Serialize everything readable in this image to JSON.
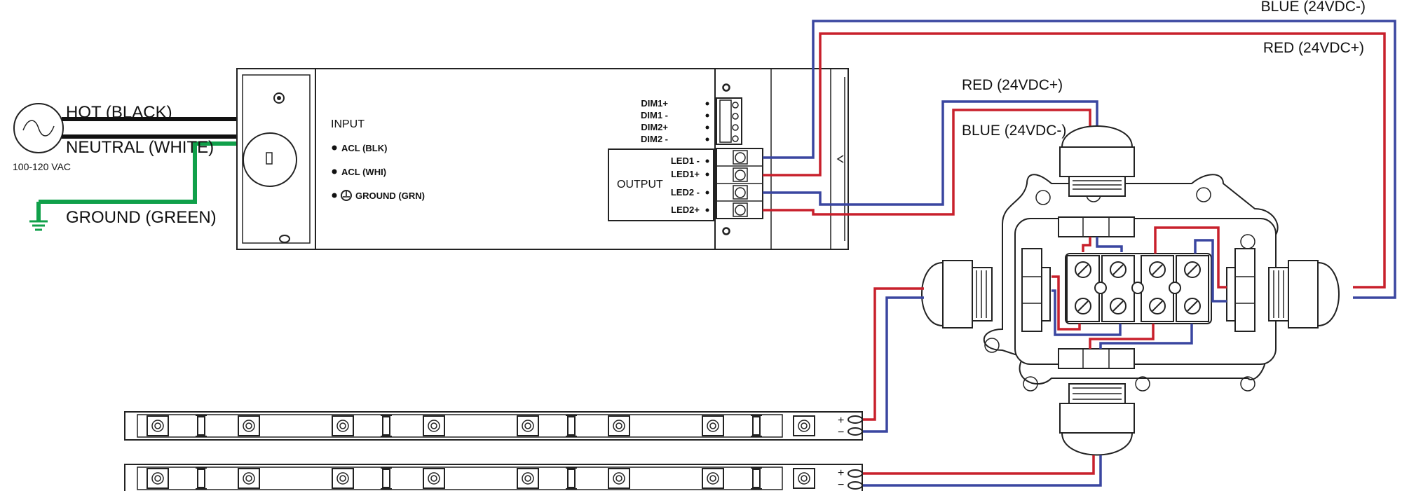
{
  "source": {
    "hot_label": "HOT (BLACK)",
    "neutral_label": "NEUTRAL (WHITE)",
    "ground_label": "GROUND (GREEN)",
    "voltage_label": "100-120 VAC"
  },
  "driver": {
    "input_title": "INPUT",
    "input_terminals": [
      "ACL (BLK)",
      "ACL (WHI)",
      "GROUND (GRN)"
    ],
    "dim_terminals": [
      "DIM1+",
      "DIM1 -",
      "DIM2+",
      "DIM2 -"
    ],
    "output_title": "OUTPUT",
    "led_terminals": [
      "LED1 -",
      "LED1+",
      "LED2 -",
      "LED2+"
    ]
  },
  "wire_labels": {
    "top_blue": "BLUE (24VDC-)",
    "top_red": "RED (24VDC+)",
    "mid_red": "RED (24VDC+)",
    "mid_blue": "BLUE (24VDC-)"
  },
  "strips": {
    "plus": "+",
    "minus": "−"
  },
  "colors": {
    "red_wire": "#c8202c",
    "blue_wire": "#3a46a0",
    "hot_wire": "#111111",
    "ground_wire": "#10a04a"
  }
}
